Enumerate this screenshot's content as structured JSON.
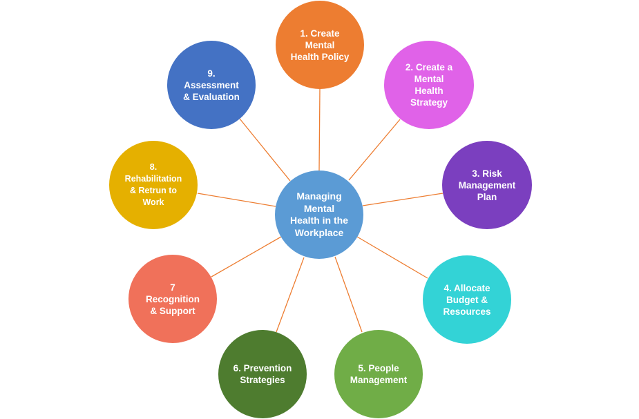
{
  "hub": {
    "label": "Managing\nMental\nHealth in the\nWorkplace",
    "color": "#5b9bd5"
  },
  "connector_color": "#ed7d31",
  "nodes": [
    {
      "label": "1. Create\nMental\nHealth Policy",
      "color": "#ed7d31"
    },
    {
      "label": "2. Create a\nMental\nHealth\nStrategy",
      "color": "#e062e8"
    },
    {
      "label": "3. Risk\nManagement\nPlan",
      "color": "#7b3fbf"
    },
    {
      "label": "4. Allocate\nBudget &\nResources",
      "color": "#33d3d6"
    },
    {
      "label": "5. People\nManagement",
      "color": "#70ad47"
    },
    {
      "label": "6. Prevention\nStrategies",
      "color": "#4e7c2f"
    },
    {
      "label": "7\nRecognition\n& Support",
      "color": "#f0715a"
    },
    {
      "label": "8.\nRehabilitation\n& Retrun to\nWork",
      "color": "#e5b000"
    },
    {
      "label": "9.\nAssessment\n& Evaluation",
      "color": "#4472c4"
    }
  ]
}
